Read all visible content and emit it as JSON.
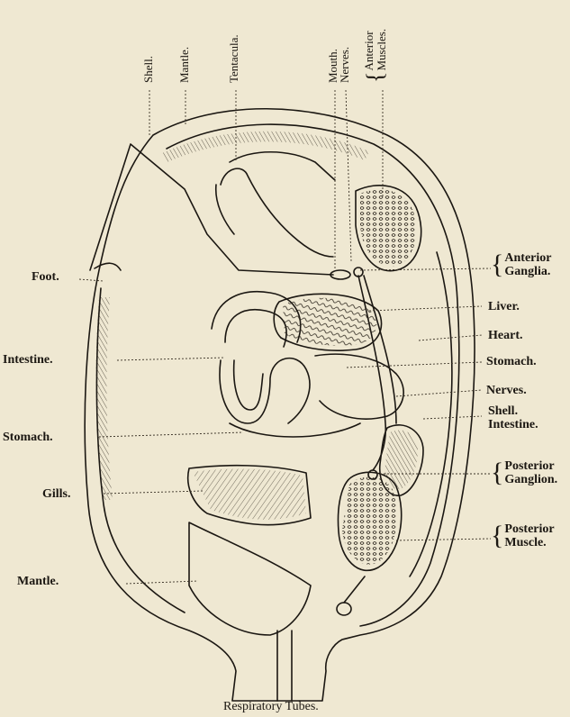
{
  "colors": {
    "paper": "#efe8d2",
    "ink": "#1b1712"
  },
  "top_labels": {
    "shell": "Shell.",
    "mantle": "Mantle.",
    "tentacula": "Tentacula.",
    "mouth": "Mouth.",
    "nerves": "Nerves.",
    "anterior_muscles": [
      "Anterior",
      "Muscles."
    ]
  },
  "left_labels": {
    "foot": "Foot.",
    "intestine": "Intestine.",
    "stomach": "Stomach.",
    "gills": "Gills.",
    "mantle": "Mantle."
  },
  "right_labels": {
    "anterior_ganglia": [
      "Anterior",
      "Ganglia."
    ],
    "liver": "Liver.",
    "heart": "Heart.",
    "stomach": "Stomach.",
    "nerves": "Nerves.",
    "shell": "Shell.",
    "intestine": "Intestine.",
    "posterior_ganglion": [
      "Posterior",
      "Ganglion."
    ],
    "posterior_muscle": [
      "Posterior",
      "Muscle."
    ]
  },
  "caption": "Respiratory Tubes."
}
